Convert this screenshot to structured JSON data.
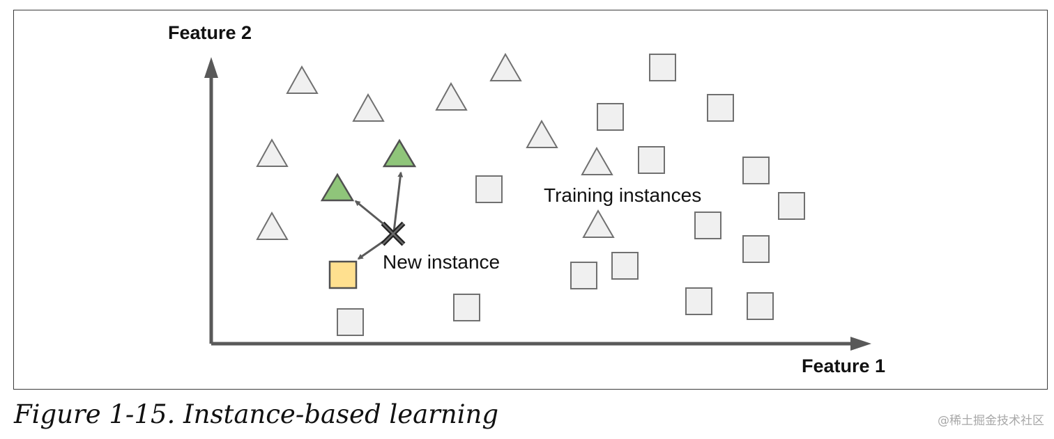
{
  "diagram": {
    "x_axis_label": "Feature 1",
    "y_axis_label": "Feature 2",
    "annotations": {
      "training": "Training instances",
      "new": "New instance"
    },
    "colors": {
      "axis": "#595959",
      "neutral_fill": "#f0f0f0",
      "neutral_stroke": "#707070",
      "neighbor_triangle_fill": "#8fc57a",
      "neighbor_square_fill": "#ffe08f",
      "highlight_stroke": "#505050",
      "arrow": "#5a5a5a",
      "marker": "#222222"
    },
    "legend_semantics": {
      "triangle": "class A (triangle)",
      "square": "class B (square)",
      "new_instance_marker": "x-mark"
    }
  },
  "caption": "Figure 1-15. Instance-based learning",
  "watermark": "@稀土掘金技术社区"
}
